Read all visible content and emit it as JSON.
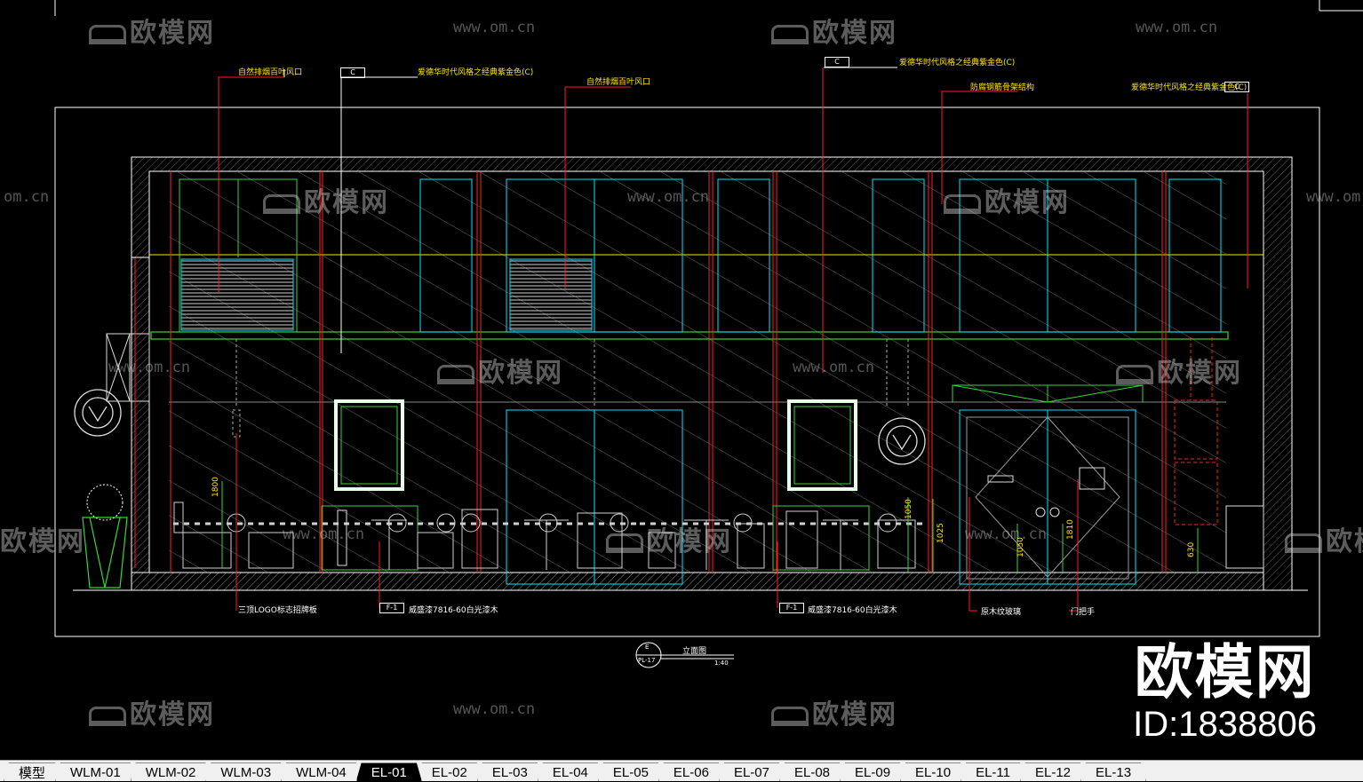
{
  "colors": {
    "background": "#000000",
    "frame": "#ffffff",
    "glass_cyan": "#00e5ff",
    "leader_red": "#ff2020",
    "yellow_line": "#ffe600",
    "green_line": "#38d638",
    "gray_hatch": "#9a9a9a"
  },
  "watermark": {
    "brand": "欧模网",
    "url": "www.om.cn",
    "url_short": "om.cn",
    "url_left": "www.om.cn",
    "id_label": "ID:1838806"
  },
  "annotations": {
    "top_left_1": "自然排烟百叶风口",
    "top_left_2": "爱德华时代风格之经典紫金色(C)",
    "top_mid": "自然排烟百叶风口",
    "top_right_1": "爱德华时代风格之经典紫金色(C)",
    "top_right_2": "防腐钢筋骨架结构",
    "top_right_3": "爱德华时代风格之经典紫金色(C)",
    "tag_c": "C",
    "bottom_1": "三顶LOGO标志招牌板",
    "bottom_2_tag": "F-1",
    "bottom_2": "威盛漆7816-60白光漆木",
    "bottom_3_tag": "F-1",
    "bottom_3": "威盛漆7816-60白光漆木",
    "bottom_4": "原木纹玻璃",
    "bottom_5": "门把手",
    "dim_1": "1800",
    "dim_2": "1050",
    "dim_3": "1025",
    "dim_4": "1050",
    "dim_5": "1810",
    "dim_6": "630"
  },
  "title_block": {
    "tag_top": "E",
    "tag_bottom": "PL-17",
    "title": "立面图",
    "scale": "1:40"
  },
  "tabs": [
    {
      "label": "模型",
      "active": false
    },
    {
      "label": "WLM-01",
      "active": false
    },
    {
      "label": "WLM-02",
      "active": false
    },
    {
      "label": "WLM-03",
      "active": false
    },
    {
      "label": "WLM-04",
      "active": false
    },
    {
      "label": "EL-01",
      "active": true
    },
    {
      "label": "EL-02",
      "active": false
    },
    {
      "label": "EL-03",
      "active": false
    },
    {
      "label": "EL-04",
      "active": false
    },
    {
      "label": "EL-05",
      "active": false
    },
    {
      "label": "EL-06",
      "active": false
    },
    {
      "label": "EL-07",
      "active": false
    },
    {
      "label": "EL-08",
      "active": false
    },
    {
      "label": "EL-09",
      "active": false
    },
    {
      "label": "EL-10",
      "active": false
    },
    {
      "label": "EL-11",
      "active": false
    },
    {
      "label": "EL-12",
      "active": false
    },
    {
      "label": "EL-13",
      "active": false
    }
  ]
}
